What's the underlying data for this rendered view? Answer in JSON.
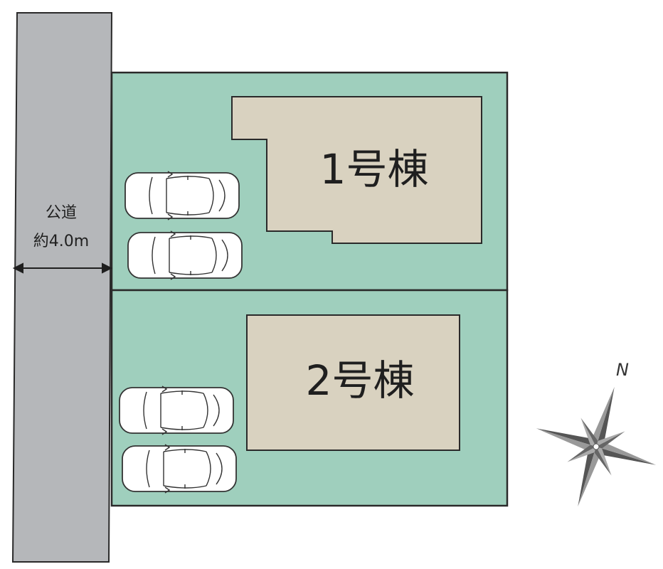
{
  "road": {
    "label_line1": "公道",
    "label_line2": "約4.0m"
  },
  "buildings": [
    {
      "label": "1号棟"
    },
    {
      "label": "2号棟"
    }
  ],
  "compass": {
    "label": "N",
    "icon": "compass-rose-icon"
  },
  "colors": {
    "road": "#b5b7ba",
    "lot": "#9fcfbd",
    "building": "#d9d2c0",
    "outline": "#2a2a2a"
  }
}
